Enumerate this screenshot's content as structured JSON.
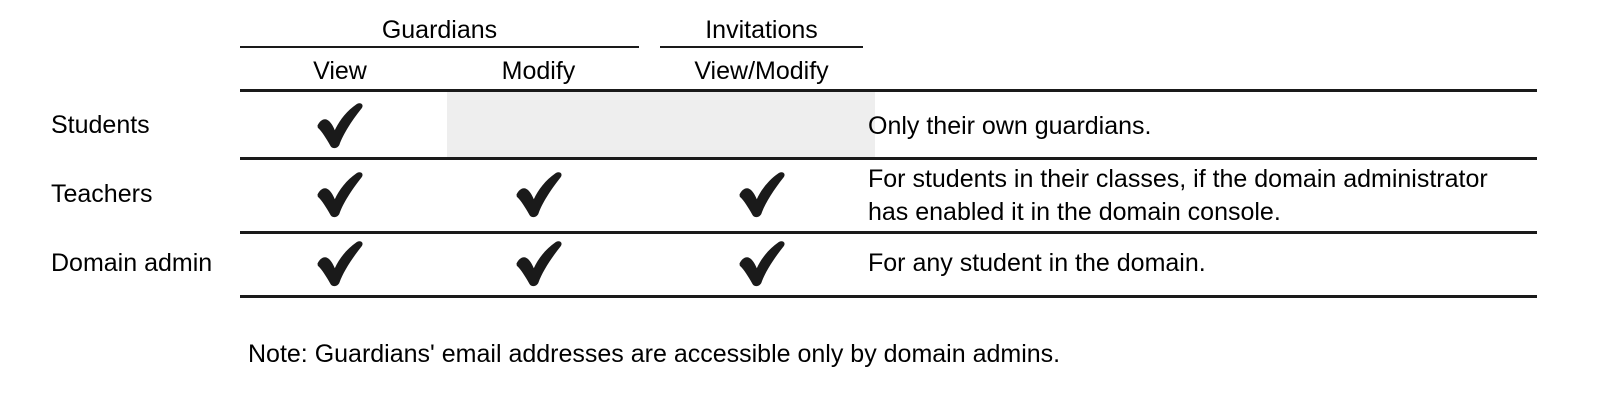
{
  "table": {
    "column_groups": [
      {
        "label": "Guardians",
        "span": 2
      },
      {
        "label": "Invitations",
        "span": 1
      },
      {
        "label": "",
        "span": 1
      }
    ],
    "columns": [
      {
        "label": ""
      },
      {
        "label": "View"
      },
      {
        "label": "Modify"
      },
      {
        "label": "View/Modify"
      },
      {
        "label": ""
      }
    ],
    "rows": [
      {
        "label": "Students",
        "guardians_view": "check",
        "guardians_modify": "shaded",
        "invitations_view_modify": "shaded",
        "description": "Only their own guardians."
      },
      {
        "label": "Teachers",
        "guardians_view": "check",
        "guardians_modify": "check",
        "invitations_view_modify": "check",
        "description": "For students in their classes, if the domain administrator\nhas enabled it in the domain console."
      },
      {
        "label": "Domain admin",
        "guardians_view": "check",
        "guardians_modify": "check",
        "invitations_view_modify": "check",
        "description": "For any student in the domain."
      }
    ]
  },
  "note": "Note: Guardians' email addresses are accessible only by domain admins.",
  "icons": {
    "check": "checkmark-icon"
  },
  "colors": {
    "rule": "#1a1a1a",
    "shade": "#eeeeee",
    "text": "#000000",
    "background": "#ffffff"
  }
}
